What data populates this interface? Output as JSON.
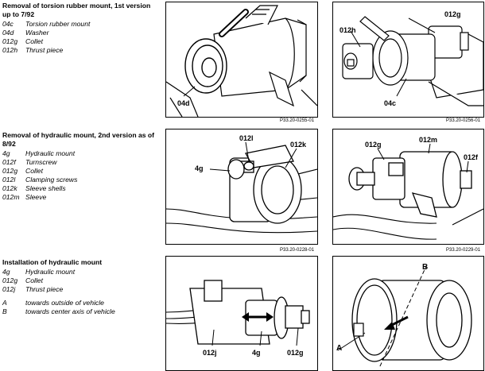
{
  "sections": [
    {
      "title": "Removal of torsion rubber mount, 1st version up to 7/92",
      "items": [
        {
          "key": "04c",
          "value": "Torsion rubber mount"
        },
        {
          "key": "04d",
          "value": "Washer"
        },
        {
          "key": "012g",
          "value": "Collet"
        },
        {
          "key": "012h",
          "value": "Thrust piece"
        }
      ]
    },
    {
      "title": "Removal of hydraulic mount, 2nd version as of 8/92",
      "items": [
        {
          "key": "4g",
          "value": "Hydraulic mount"
        },
        {
          "key": "012f",
          "value": "Turnscrew"
        },
        {
          "key": "012g",
          "value": "Collet"
        },
        {
          "key": "012l",
          "value": "Clamping screws"
        },
        {
          "key": "012k",
          "value": "Sleeve shells"
        },
        {
          "key": "012m",
          "value": "Sleeve"
        }
      ]
    },
    {
      "title": "Installation of hydraulic mount",
      "items": [
        {
          "key": "4g",
          "value": "Hydraulic mount"
        },
        {
          "key": "012g",
          "value": "Collet"
        },
        {
          "key": "012j",
          "value": "Thrust piece"
        }
      ],
      "notes": [
        {
          "key": "A",
          "value": "towards outside of vehicle"
        },
        {
          "key": "B",
          "value": "towards center axis of vehicle"
        }
      ]
    }
  ],
  "figures": [
    {
      "caption": "P33.20-0255-01",
      "labels": [
        "04d"
      ]
    },
    {
      "caption": "P33.20-0256-01",
      "labels": [
        "012g",
        "012h",
        "04c"
      ]
    },
    {
      "caption": "P33.20-0228-01",
      "labels": [
        "012l",
        "012k",
        "4g"
      ]
    },
    {
      "caption": "P33.20-0229-01",
      "labels": [
        "012g",
        "012m",
        "012f"
      ]
    },
    {
      "caption": "",
      "labels": [
        "012j",
        "4g",
        "012g"
      ]
    },
    {
      "caption": "",
      "labels": [
        "B",
        "A"
      ]
    }
  ]
}
